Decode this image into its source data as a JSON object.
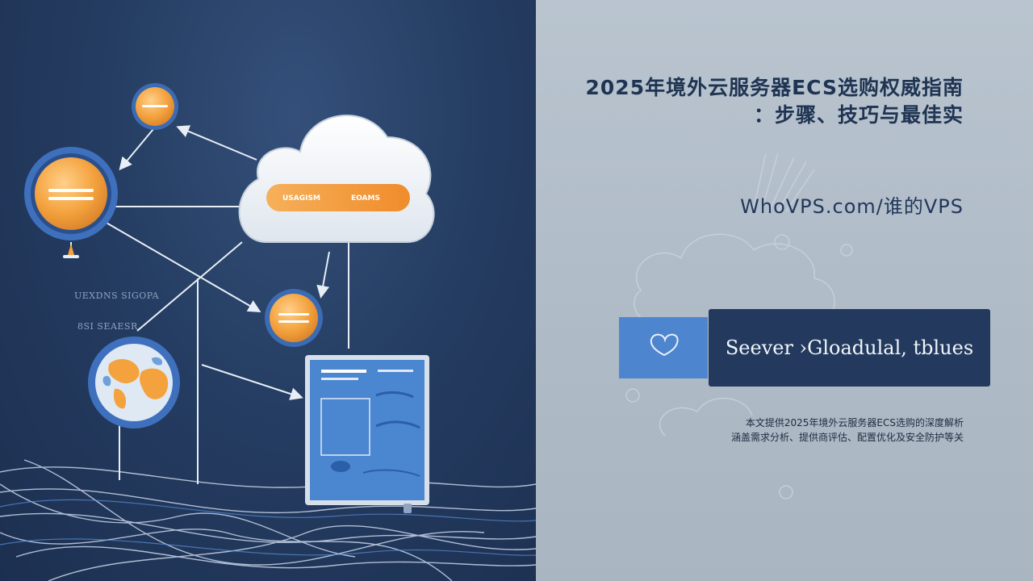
{
  "title": {
    "line1": "2025年境外云服务器ECS选购权威指南",
    "line2": "：步骤、技巧与最佳实"
  },
  "site": "WhoVPS.com/谁的VPS",
  "banner": {
    "label": "Seever ›Gloadulal, tblues",
    "icon": "heart-cloud-icon"
  },
  "description": {
    "line1": "本文提供2025年境外云服务器ECS选购的深度解析",
    "line2": "涵盖需求分析、提供商评估、配置优化及安全防护等关"
  },
  "illustration": {
    "cloud_label_left": "USAGISM",
    "cloud_label_right": "EOAMS",
    "left_label_1": "UEXDNS SIGOPA",
    "left_label_2": "8SI SEAESR"
  },
  "colors": {
    "navy_panel": "#253d62",
    "grey_panel": "#b4bfca",
    "title_text": "#1f3452",
    "orange": "#f4a23e",
    "banner_blue": "#4d86cf",
    "banner_navy": "#233a5e"
  }
}
